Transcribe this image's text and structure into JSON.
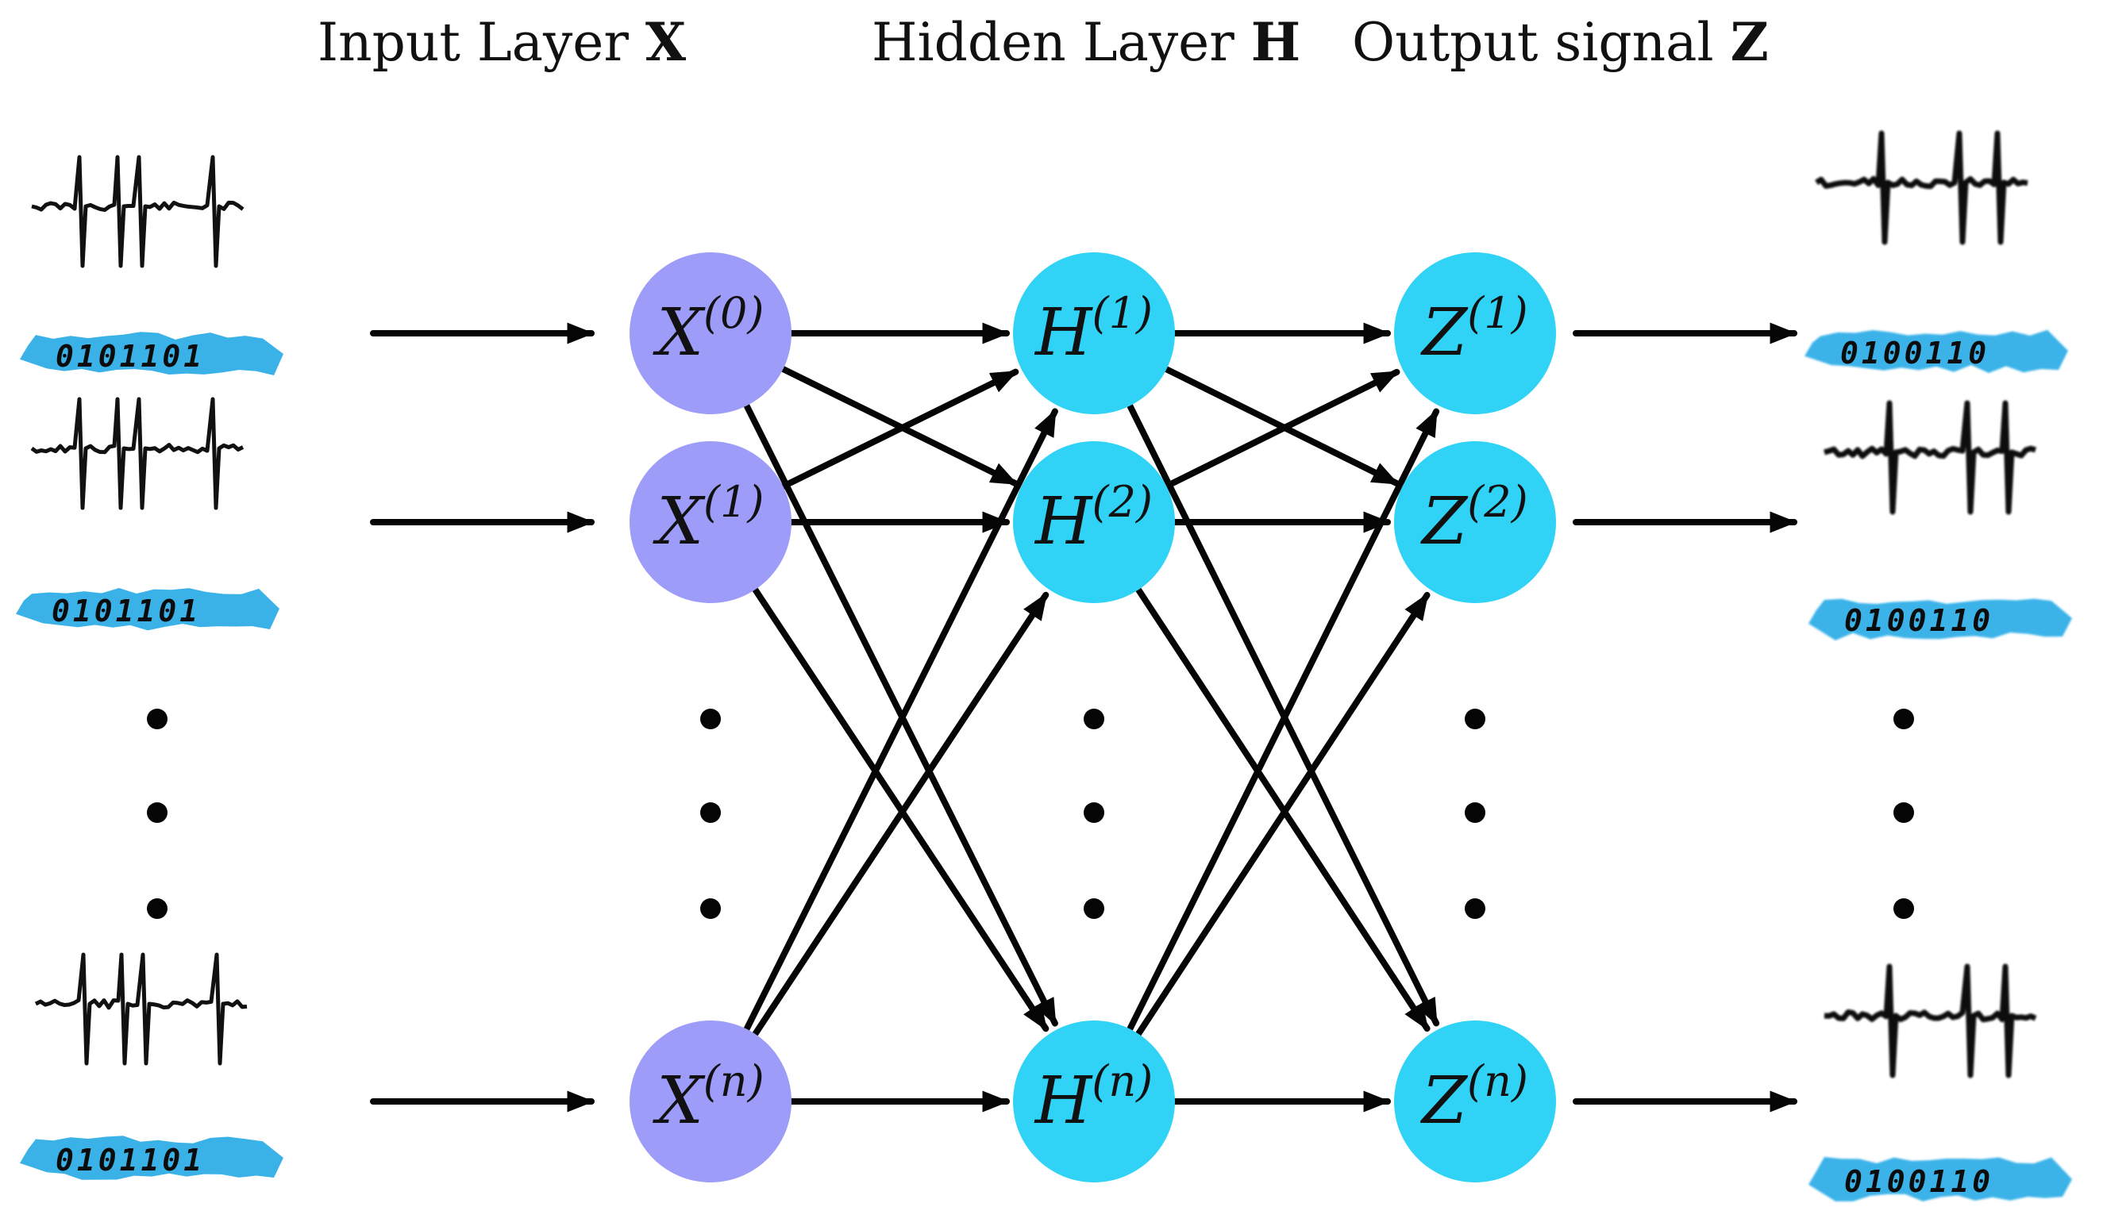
{
  "headers": {
    "input": {
      "text": "Input Layer ",
      "symbol": "X"
    },
    "hidden": {
      "text": "Hidden Layer ",
      "symbol": "H"
    },
    "output": {
      "text": "Output signal ",
      "symbol": "Z"
    }
  },
  "nodes": {
    "input": [
      {
        "symbol": "X",
        "sup": "(0)"
      },
      {
        "symbol": "X",
        "sup": "(1)"
      },
      {
        "symbol": "X",
        "sup": "(n)"
      }
    ],
    "hidden": [
      {
        "symbol": "H",
        "sup": "(1)"
      },
      {
        "symbol": "H",
        "sup": "(2)"
      },
      {
        "symbol": "H",
        "sup": "(n)"
      }
    ],
    "output": [
      {
        "symbol": "Z",
        "sup": "(1)"
      },
      {
        "symbol": "Z",
        "sup": "(2)"
      },
      {
        "symbol": "Z",
        "sup": "(n)"
      }
    ]
  },
  "input_codes": [
    "0101101",
    "0101101",
    "0101101"
  ],
  "output_codes": [
    "0100110",
    "0100110",
    "0100110"
  ],
  "colors": {
    "input_node": "#9d9cf9",
    "hidden_node": "#30d3f6",
    "output_node": "#30d3f6",
    "code_tag": "#3ab2e8",
    "arrow": "#050505"
  }
}
